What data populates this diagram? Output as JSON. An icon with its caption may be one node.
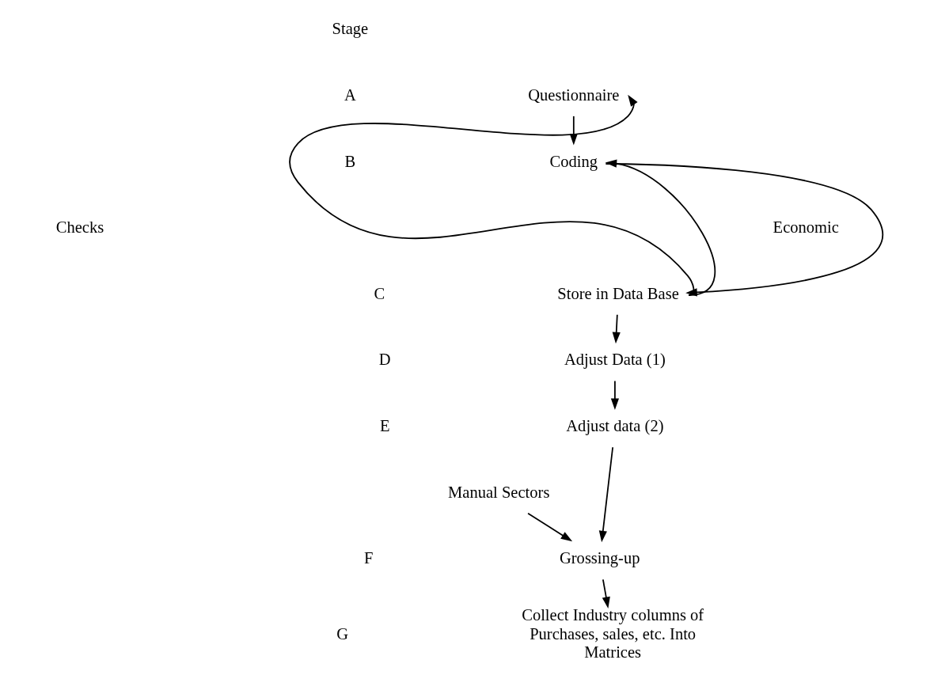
{
  "diagram": {
    "nodes": [
      {
        "text": [
          "Questionnaire"
        ]
      },
      {
        "text": [
          "Coding"
        ]
      },
      {
        "text": [
          "Store in Data Base"
        ]
      },
      {
        "text": [
          "Adjust Data (1)"
        ]
      },
      {
        "text": [
          "Adjust data (2)"
        ]
      },
      {
        "text": [
          "Grossing-up"
        ]
      },
      {
        "text": [
          "Collect Industry columns of Purchases, sales, etc. Into Matrices"
        ]
      },
      {
        "text": [
          "Manual Sectors"
        ]
      }
    ],
    "edges": [
      {
        "from": 0,
        "to": 1,
        "arrow": "to"
      },
      {
        "from": 1,
        "to": 2,
        "arrow": "to"
      },
      {
        "from": 2,
        "to": 1,
        "arrow": "to"
      },
      {
        "from": 2,
        "to": 0,
        "arrow": "to"
      },
      {
        "from": 2,
        "to": 3,
        "arrow": "to"
      },
      {
        "from": 3,
        "to": 4,
        "arrow": "to"
      },
      {
        "from": 4,
        "to": 5,
        "arrow": "to"
      },
      {
        "from": 7,
        "to": 5,
        "arrow": "to"
      },
      {
        "from": 5,
        "to": 6,
        "arrow": "to"
      }
    ],
    "labels": [
      "Stage",
      "A",
      "B",
      "Economic",
      "Checks",
      "C",
      "D",
      "E",
      "F",
      "G"
    ]
  }
}
